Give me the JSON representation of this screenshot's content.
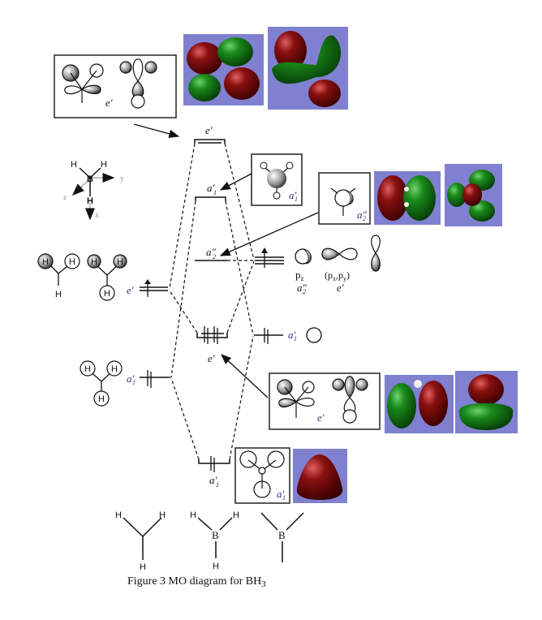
{
  "figure": {
    "caption": "Figure 3 MO diagram for BH",
    "caption_subscript": "3",
    "colors": {
      "mo_background": "#8080d0",
      "lobe_positive": "#7a0f0f",
      "lobe_negative": "#1a7a1a",
      "label_color": "#2b3a80"
    }
  },
  "axes_inset": {
    "atoms": [
      "H",
      "H",
      "B",
      "H"
    ],
    "axes": [
      "y",
      "z",
      "x"
    ]
  },
  "left_fragment": {
    "title": "3H fragment orbitals",
    "levels": [
      {
        "label": "e'",
        "electrons": 1,
        "atoms": [
          "H",
          "H",
          "H",
          "H",
          "H",
          "H"
        ]
      },
      {
        "label": "a1'",
        "electrons": 2,
        "atoms": [
          "H",
          "H",
          "H"
        ]
      }
    ]
  },
  "right_fragment": {
    "title": "B atomic orbitals",
    "levels": [
      {
        "label": "a2''",
        "orbital": "pz",
        "electrons": 1,
        "orbital_label": "pz"
      },
      {
        "label": "e'",
        "orbital": "(px,py)",
        "orbital_label": "(px,py)"
      },
      {
        "label": "a1'",
        "orbital": "s",
        "electrons": 2
      }
    ],
    "pz_label": "p",
    "pz_sub": "z",
    "pxpy_label": "(p",
    "pxpy_x": "x",
    "pxpy_mid": ",p",
    "pxpy_y": "y",
    "pxpy_end": ")"
  },
  "molecular_orbitals": [
    {
      "label": "e'",
      "occupancy": "empty",
      "degenerate": 2
    },
    {
      "label": "a1'",
      "occupancy": "empty"
    },
    {
      "label": "a2''",
      "occupancy": "empty"
    },
    {
      "label": "e'",
      "occupancy": "filled",
      "electrons": 4
    },
    {
      "label": "a1'",
      "occupancy": "filled",
      "electrons": 2
    }
  ],
  "labels": {
    "e_prime": "e'",
    "a1_prime_main": "a",
    "a1_sub": "1",
    "a2_main": "a",
    "a2_sub": "2",
    "prime": "′",
    "dprime": "″"
  },
  "bottom_structures": {
    "h3": [
      "H",
      "H",
      "H"
    ],
    "bh3": [
      "H",
      "H",
      "B",
      "H"
    ],
    "b_skeleton": [
      "B"
    ]
  }
}
